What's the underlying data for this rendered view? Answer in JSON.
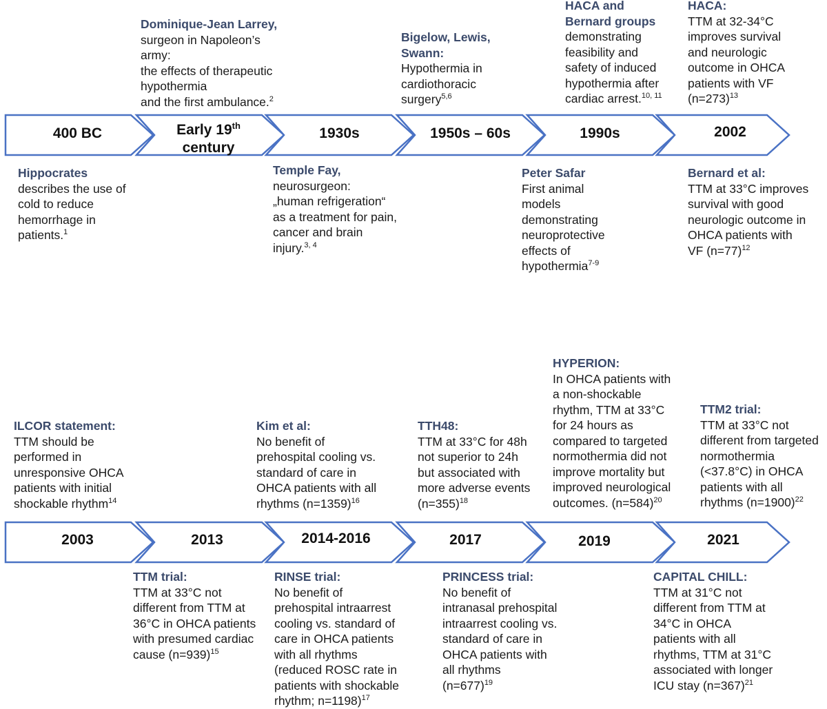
{
  "title": "",
  "colors": {
    "arrow_stroke": "#4a72c4",
    "heading": "#3b4a6b",
    "text": "#1a1a1a"
  },
  "rows": [
    {
      "eras": [
        {
          "label": "400 BC",
          "sup": ""
        },
        {
          "label": "Early 19",
          "sup": "th",
          "label2": "century"
        },
        {
          "label": "1930s",
          "sup": ""
        },
        {
          "label": "1950s – 60s",
          "sup": ""
        },
        {
          "label": "1990s",
          "sup": ""
        },
        {
          "label": "2002",
          "sup": ""
        }
      ],
      "notes": [
        {
          "id": "hippocrates",
          "head": "Hippocrates",
          "lines": [
            "describes the use of",
            "cold to reduce",
            "hemorrhage in",
            "patients."
          ],
          "ref": "1"
        },
        {
          "id": "larrey",
          "head": "Dominique-Jean Larrey,",
          "lines": [
            "surgeon in Napoleon’s",
            "army:",
            "the effects of therapeutic",
            "hypothermia",
            "and the first ambulance."
          ],
          "ref": "2"
        },
        {
          "id": "fay",
          "head": "Temple Fay,",
          "lines": [
            "neurosurgeon:",
            "„human refrigeration“",
            "as a treatment for pain,",
            "cancer and brain",
            "injury."
          ],
          "ref": "3, 4"
        },
        {
          "id": "bigelow",
          "head": "Bigelow, Lewis,",
          "head2": "Swann:",
          "lines": [
            "Hypothermia in",
            "cardiothoracic",
            "surgery"
          ],
          "ref": "5,6"
        },
        {
          "id": "safar",
          "head": "Peter Safar",
          "lines": [
            "First animal",
            "models",
            "demonstrating",
            "neuroprotective",
            "effects of",
            "hypothermia"
          ],
          "ref": "7-9"
        },
        {
          "id": "haca-bernard",
          "head": "HACA and",
          "head2": "Bernard groups",
          "lines": [
            "demonstrating",
            "feasibility and",
            "safety of induced",
            "hypothermia after",
            "cardiac arrest."
          ],
          "ref": "10, 11"
        },
        {
          "id": "haca",
          "head": "HACA:",
          "lines": [
            "TTM at 32-34°C",
            "improves survival",
            "and neurologic",
            "outcome in OHCA",
            "patients with  VF",
            "(n=273)"
          ],
          "ref": "13"
        },
        {
          "id": "bernard",
          "head": "Bernard et al:",
          "lines": [
            "TTM at 33°C improves",
            "survival with good",
            "neurologic outcome in",
            "OHCA patients with",
            "VF (n=77)"
          ],
          "ref": "12"
        }
      ]
    },
    {
      "eras": [
        {
          "label": "2003",
          "sup": ""
        },
        {
          "label": "2013",
          "sup": ""
        },
        {
          "label": "2014-2016",
          "sup": ""
        },
        {
          "label": "2017",
          "sup": ""
        },
        {
          "label": "2019",
          "sup": ""
        },
        {
          "label": "2021",
          "sup": ""
        }
      ],
      "notes": [
        {
          "id": "ilcor",
          "head": "ILCOR statement:",
          "lines": [
            "TTM should be",
            "performed in",
            "unresponsive OHCA",
            "patients with  initial",
            "shockable rhythm"
          ],
          "ref": "14"
        },
        {
          "id": "ttm",
          "head": "TTM trial:",
          "lines": [
            "TTM at 33°C not",
            "different from TTM at",
            "36°C in OHCA patients",
            "with presumed cardiac",
            "cause (n=939)"
          ],
          "ref": "15"
        },
        {
          "id": "kim",
          "head": "Kim et al:",
          "lines": [
            "No benefit of",
            "prehospital cooling vs.",
            "standard of care in",
            "OHCA patients with all",
            "rhythms (n=1359)"
          ],
          "ref": "16"
        },
        {
          "id": "rinse",
          "head": "RINSE trial:",
          "lines": [
            "No benefit of",
            "prehospital intraarrest",
            "cooling vs. standard of",
            "care in OHCA patients",
            "with all rhythms",
            "(reduced ROSC rate in",
            "patients with shockable",
            "rhythm; n=1198)"
          ],
          "ref": "17"
        },
        {
          "id": "tth48",
          "head": "TTH48:",
          "lines": [
            "TTM at 33°C for 48h",
            "not superior to 24h",
            "but associated with",
            "more adverse events",
            "(n=355)"
          ],
          "ref": "18"
        },
        {
          "id": "princess",
          "head": "PRINCESS trial:",
          "lines": [
            "No benefit of",
            "intranasal  prehospital",
            "intraarrest cooling vs.",
            "standard of care in",
            "OHCA patients with",
            "all rhythms",
            "(n=677)"
          ],
          "ref": "19"
        },
        {
          "id": "hyperion",
          "head": "HYPERION:",
          "lines": [
            "In OHCA patients with",
            "a non-shockable",
            "rhythm, TTM at 33°C",
            "for 24 hours as",
            "compared to targeted",
            "normothermia did not",
            "improve mortality but",
            "improved neurological",
            "outcomes. (n=584)"
          ],
          "ref": "20"
        },
        {
          "id": "ttm2",
          "head": "TTM2 trial:",
          "lines": [
            "TTM at 33°C not",
            "different from targeted",
            "normothermia",
            "(<37.8°C) in OHCA",
            "patients with all",
            "rhythms (n=1900)"
          ],
          "ref": "22"
        },
        {
          "id": "capital",
          "head": "CAPITAL CHILL:",
          "lines": [
            "TTM at 31°C not",
            "different from TTM at",
            "34°C in OHCA",
            "patients with all",
            "rhythms, TTM at 31°C",
            "associated with longer",
            "ICU stay (n=367)"
          ],
          "ref": "21"
        }
      ]
    }
  ]
}
